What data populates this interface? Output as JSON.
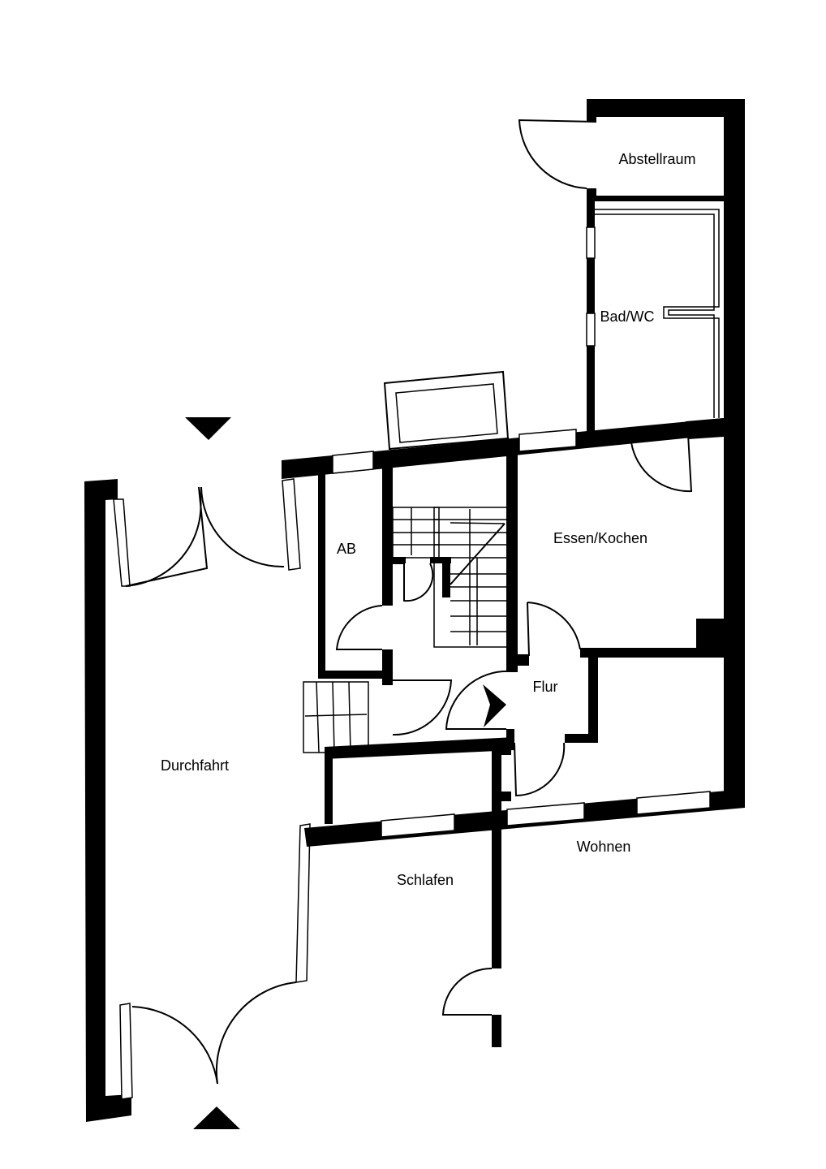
{
  "plan": {
    "rooms": {
      "abstellraum": "Abstellraum",
      "bad": "Bad/WC",
      "ab": "AB",
      "essen": "Essen/Kochen",
      "flur": "Flur",
      "durchfahrt": "Durchfahrt",
      "wohnen": "Wohnen",
      "schlafen": "Schlafen"
    },
    "colors": {
      "wall": "#000000",
      "background": "#ffffff"
    }
  }
}
